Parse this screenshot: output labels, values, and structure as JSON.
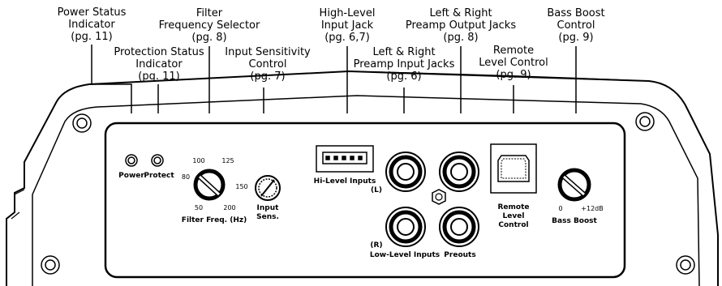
{
  "callouts": {
    "power_status": {
      "l1": "Power Status",
      "l2": "Indicator",
      "l3": "(pg. 11)"
    },
    "protection_status": {
      "l1": "Protection Status",
      "l2": "Indicator",
      "l3": "(pg. 11)"
    },
    "filter_frequency": {
      "l1": "Filter",
      "l2": "Frequency Selector",
      "l3": "(pg. 8)"
    },
    "input_sensitivity": {
      "l1": "Input Sensitivity",
      "l2": "Control",
      "l3": "(pg. 7)"
    },
    "high_level_input": {
      "l1": "High-Level",
      "l2": "Input Jack",
      "l3": "(pg. 6,7)"
    },
    "preamp_input": {
      "l1": "Left & Right",
      "l2": "Preamp Input Jacks",
      "l3": "(pg. 6)"
    },
    "preamp_output": {
      "l1": "Left & Right",
      "l2": "Preamp Output Jacks",
      "l3": "(pg. 8)"
    },
    "remote_level": {
      "l1": "Remote",
      "l2": "Level Control",
      "l3": "(pg. 9)"
    },
    "bass_boost": {
      "l1": "Bass Boost",
      "l2": "Control",
      "l3": "(pg. 9)"
    }
  },
  "panel": {
    "power": "Power",
    "protect": "Protect",
    "filter_ticks": {
      "t100": "100",
      "t125": "125",
      "t80": "80",
      "t150": "150",
      "t50": "50",
      "t200": "200"
    },
    "filter_label": "Filter Freq. (Hz)",
    "input_sens_l1": "Input",
    "input_sens_l2": "Sens.",
    "hi_level_inputs": "Hi-Level Inputs",
    "left_marker": "(L)",
    "right_marker": "(R)",
    "low_level_inputs": "Low-Level Inputs",
    "preouts": "Preouts",
    "remote_l1": "Remote",
    "remote_l2": "Level",
    "remote_l3": "Control",
    "bass_min": "0",
    "bass_max": "+12dB",
    "bass_boost": "Bass Boost"
  }
}
